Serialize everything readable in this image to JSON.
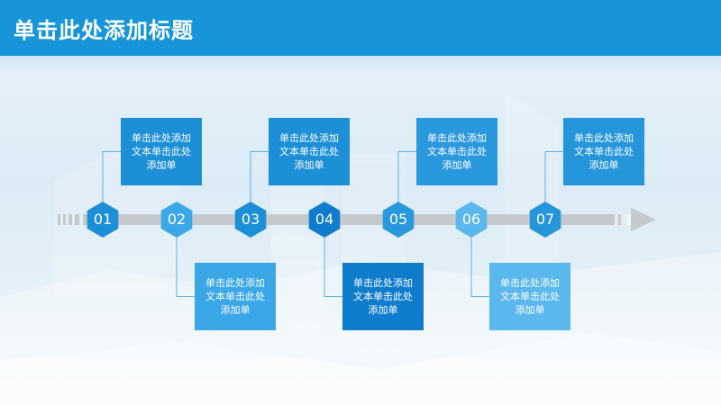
{
  "slide": {
    "title": "单击此处添加标题"
  },
  "steps": [
    {
      "num": "01",
      "text": "单击此处添加文本单击此处添加单",
      "color": "#1d8fd6",
      "position": "top"
    },
    {
      "num": "02",
      "text": "单击此处添加文本单击此处添加单",
      "color": "#3aa7e6",
      "position": "bottom"
    },
    {
      "num": "03",
      "text": "单击此处添加文本单击此处添加单",
      "color": "#1d8fd6",
      "position": "top"
    },
    {
      "num": "04",
      "text": "单击此处添加文本单击此处添加单",
      "color": "#0f7ccc",
      "position": "bottom"
    },
    {
      "num": "05",
      "text": "单击此处添加文本单击此处添加单",
      "color": "#2a98dd",
      "position": "top"
    },
    {
      "num": "06",
      "text": "单击此处添加文本单击此处添加单",
      "color": "#5ab8ec",
      "position": "bottom"
    },
    {
      "num": "07",
      "text": "单击此处添加文本单击此处添加单",
      "color": "#2596da",
      "position": "top"
    }
  ],
  "colors": {
    "header": "#1696d8",
    "arrow": "#c4c9cd",
    "connector": "#5ab3e3"
  }
}
